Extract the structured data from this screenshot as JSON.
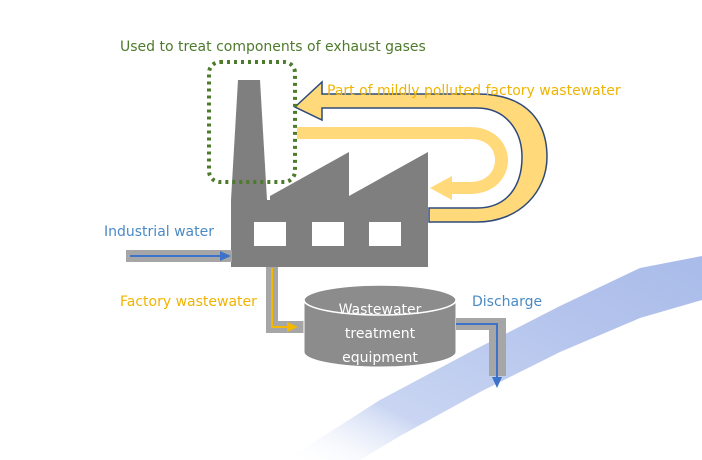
{
  "labels": {
    "exhaust_note": "Used to treat components of exhaust gases",
    "recycle_note": "Part of mildly polluted factory wastewater",
    "industrial_water": "Industrial water",
    "factory_wastewater": "Factory wastewater",
    "treatment_line1": "Wastewater",
    "treatment_line2": "treatment",
    "treatment_line3": "equipment",
    "discharge": "Discharge"
  },
  "colors": {
    "exhaust_text": "#4E7A2C",
    "exhaust_box": "#4E7A2C",
    "recycle_text": "#F0B400",
    "recycle_fill": "#FFD97A",
    "recycle_outline": "#2F4A7A",
    "industrial_text": "#4A8AC4",
    "wastewater_text": "#F0B400",
    "discharge_text": "#4A8AC4",
    "factory_gray": "#7F7F7F",
    "pipe_gray": "#A6A6A6",
    "blue_arrow": "#3C73C9",
    "yellow_arrow": "#F5B800",
    "river": "#B7C7EC"
  }
}
